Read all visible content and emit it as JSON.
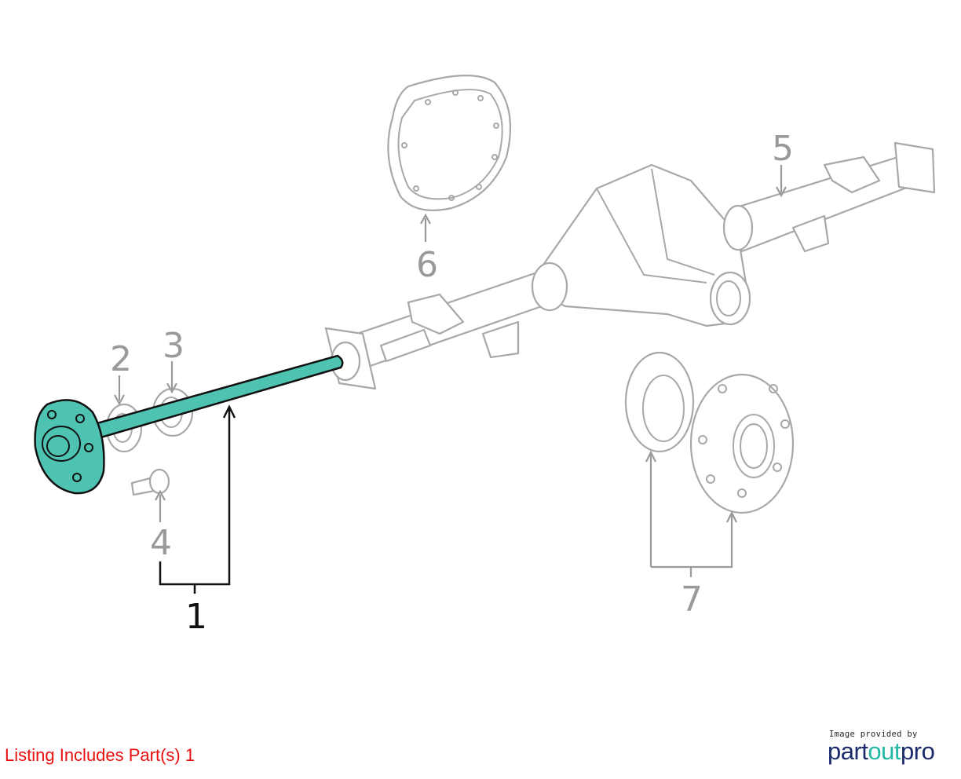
{
  "diagram": {
    "callouts": [
      {
        "number": "1",
        "highlighted": true
      },
      {
        "number": "2",
        "highlighted": false
      },
      {
        "number": "3",
        "highlighted": false
      },
      {
        "number": "4",
        "highlighted": false
      },
      {
        "number": "5",
        "highlighted": false
      },
      {
        "number": "6",
        "highlighted": false
      },
      {
        "number": "7",
        "highlighted": false
      }
    ],
    "highlight_color": "#4fc3b1",
    "caption_color": "#e8100f"
  },
  "caption": "Listing Includes Part(s) 1",
  "logo": {
    "tagline": "Image provided by",
    "brand_part1": "part",
    "brand_part2": "out",
    "brand_part3": "pro"
  }
}
